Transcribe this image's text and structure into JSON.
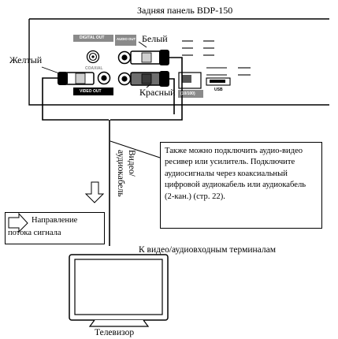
{
  "title": "Задняя панель BDP-150",
  "labels": {
    "white": "Белый",
    "yellow": "Желтый",
    "red": "Красный",
    "cable": "Видео/аудиокабель",
    "cable_line1": "Видео/",
    "cable_line2": "аудиокабель",
    "destination": "К видео/аудиовходным терминалам",
    "tv": "Телевизор"
  },
  "panel": {
    "digital_out": "DIGITAL OUT",
    "coaxial": "COAXIAL",
    "audio_out": "AUDIO OUT",
    "video_out": "VIDEO OUT",
    "lan": "(10/100)",
    "usb": "USB"
  },
  "note": "Также можно подключить аудио-видео ресивер или усилитель. Подключите аудиосигналы через коаксиальный цифровой аудиокабель или аудиокабель (2-кан.) (стр. 22).",
  "legend": {
    "line1": "Направление",
    "line2": "потока сигнала"
  },
  "colors": {
    "jack_black": "#000000",
    "label_grey": "#8a8a8a",
    "red_plug": "#6e6e6e"
  }
}
